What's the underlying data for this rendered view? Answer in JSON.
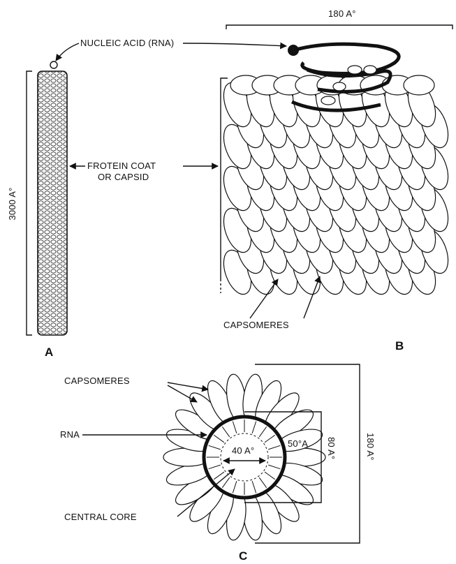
{
  "labels": {
    "nucleic_acid": "NUCLEIC ACID (RNA)",
    "protein_coat_line1": "FROTEIN COAT",
    "protein_coat_line2": "OR CAPSID",
    "capsomeres_b": "CAPSOMERES",
    "capsomeres_c": "CAPSOMERES",
    "rna": "RNA",
    "central_core": "CENTRAL CORE"
  },
  "dimensions": {
    "length_a": "3000 A°",
    "width_b": "180 A°",
    "core_diameter": "40 A°",
    "rna_radius": "50°A",
    "inner_diameter": "80 A°",
    "outer_diameter": "180 A°"
  },
  "panels": {
    "a": "A",
    "b": "B",
    "c": "C"
  }
}
